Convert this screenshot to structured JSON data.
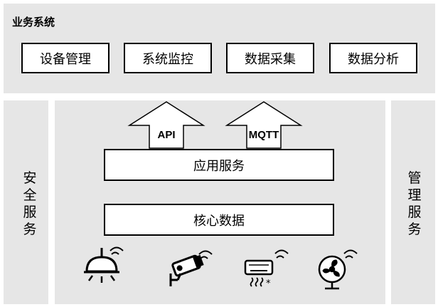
{
  "business": {
    "title": "业务系统",
    "modules": [
      "设备管理",
      "系统监控",
      "数据采集",
      "数据分析"
    ]
  },
  "security_label": "安全服务",
  "management_label": "管理服务",
  "interfaces": [
    "API",
    "MQTT"
  ],
  "layers": {
    "application": "应用服务",
    "core": "核心数据"
  },
  "devices": [
    "lamp-icon",
    "camera-icon",
    "air-conditioner-icon",
    "fan-icon"
  ],
  "colors": {
    "panel": "#e6e6e6",
    "box": "#ffffff",
    "stroke": "#000000"
  }
}
